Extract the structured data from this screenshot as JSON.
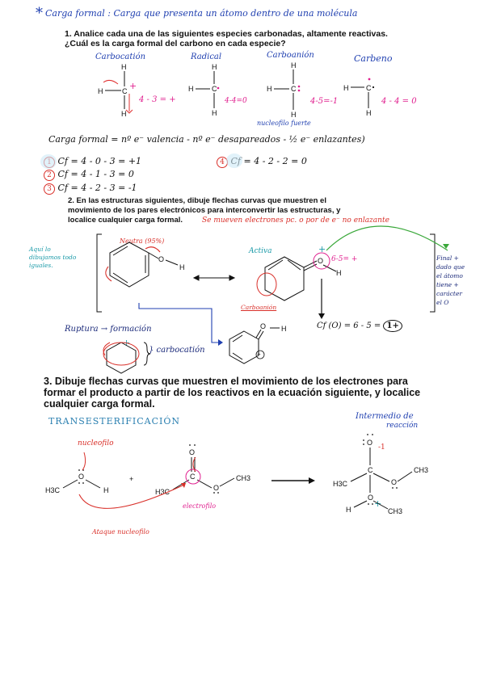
{
  "header": {
    "star": "*",
    "title": "Carga formal : Carga que presenta un átomo dentro de una molécula"
  },
  "q1": {
    "line1": "1. Analice cada una de las siguientes especies carbonadas, altamente reactivas.",
    "line2": "¿Cuál es la carga formal del carbono en cada especie?",
    "labels": [
      "Carbocatión",
      "Radical",
      "Carboanión",
      "Carbeno"
    ],
    "calcs": [
      "4 - 3 = +",
      "4-4=0",
      "4-5=-1",
      "4 - 4 = 0"
    ],
    "nucleofilo": "nucleofilo fuerte",
    "formula": "Carga formal = nº e⁻ valencia - nº e⁻ desapareados - ½ e⁻ enlazantes)",
    "results": [
      {
        "n": "1",
        "text": "Cf = 4 - 0 - 3 = +1"
      },
      {
        "n": "2",
        "text": "Cf = 4 - 1 - 3 = 0"
      },
      {
        "n": "3",
        "text": "Cf = 4 - 2 - 3 = -1"
      },
      {
        "n": "4",
        "text": "Cf = 4 - 2 - 2 = 0"
      }
    ]
  },
  "q2": {
    "line1": "2. En las estructuras siguientes, dibuje flechas curvas que muestren el",
    "line2": "movimiento de los pares electrónicos para interconvertir las estructuras, y",
    "line3": "localice cualquier carga formal.",
    "note": "Se mueven electrones pc. o por de e⁻ no enlazante",
    "side_left": [
      "Aquí lo",
      "dibujamos todo",
      "iguales."
    ],
    "neutra": "Neutra (95%)",
    "activa": "Activa",
    "cf_small": "6-5= +",
    "carboanion": "Carboanión",
    "side_right": [
      "Final +",
      "dado que",
      "el átomo",
      "tiene +",
      "carácter",
      "el O"
    ],
    "cf_o": "Cf (O) = 6 - 5 =",
    "cf_o_result": "1+",
    "ruptura": "Ruptura → formación",
    "carbocation": "} carbocatión"
  },
  "q3": {
    "line1": "3. Dibuje flechas curvas que muestren el movimiento de los electrones para",
    "line2": "formar el producto a partir de los reactivos en la ecuación siguiente, y localice",
    "line3": "cualquier carga formal.",
    "transest": "TRANSESTERIFICACIÓN",
    "intermedio": "Intermedio de",
    "reaccion": "reacción",
    "nucleofilo": "nucleofilo",
    "electrofilo": "electrofilo",
    "ataque": "Ataque nucleofilo",
    "charge": "-1",
    "plus": "+"
  },
  "atoms": {
    "H": "H",
    "C": "C",
    "O": "O",
    "H3C": "H3C",
    "CH3": "CH3",
    "plus": "+",
    "dot": "•"
  }
}
